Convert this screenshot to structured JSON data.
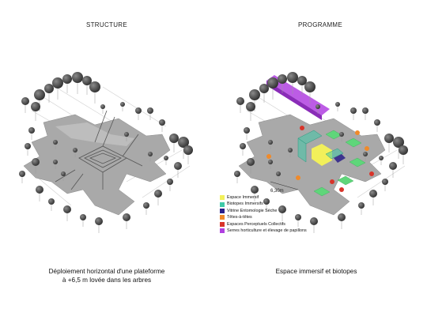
{
  "panels": {
    "left": {
      "title": "STRUCTURE",
      "caption_line1": "Déploiement horizontal d'une plateforme",
      "caption_line2": "à +6,5 m lovée dans les arbres"
    },
    "right": {
      "title": "PROGRAMME",
      "caption": "Espace immersif et biotopes",
      "dimension_label": "6,30m"
    }
  },
  "legend": [
    {
      "label": "Espace Immersif",
      "color": "#f2f05a"
    },
    {
      "label": "Biotopes Immersifs",
      "color": "#3fc9a8"
    },
    {
      "label": "Vitrine Entomologie Sèche",
      "color": "#2a1f8a"
    },
    {
      "label": "Têtes-à-têtes",
      "color": "#f08a2a"
    },
    {
      "label": "Espaces Perceptuels Collectifs",
      "color": "#d8342a"
    },
    {
      "label": "Serres horticulture et élevage de papillons",
      "color": "#b040e0"
    }
  ],
  "colors": {
    "platform": "#a9a9a9",
    "platform_dark": "#8a8a8a",
    "tree": "#3e3e3e",
    "tree_light": "#6a6a6a"
  }
}
